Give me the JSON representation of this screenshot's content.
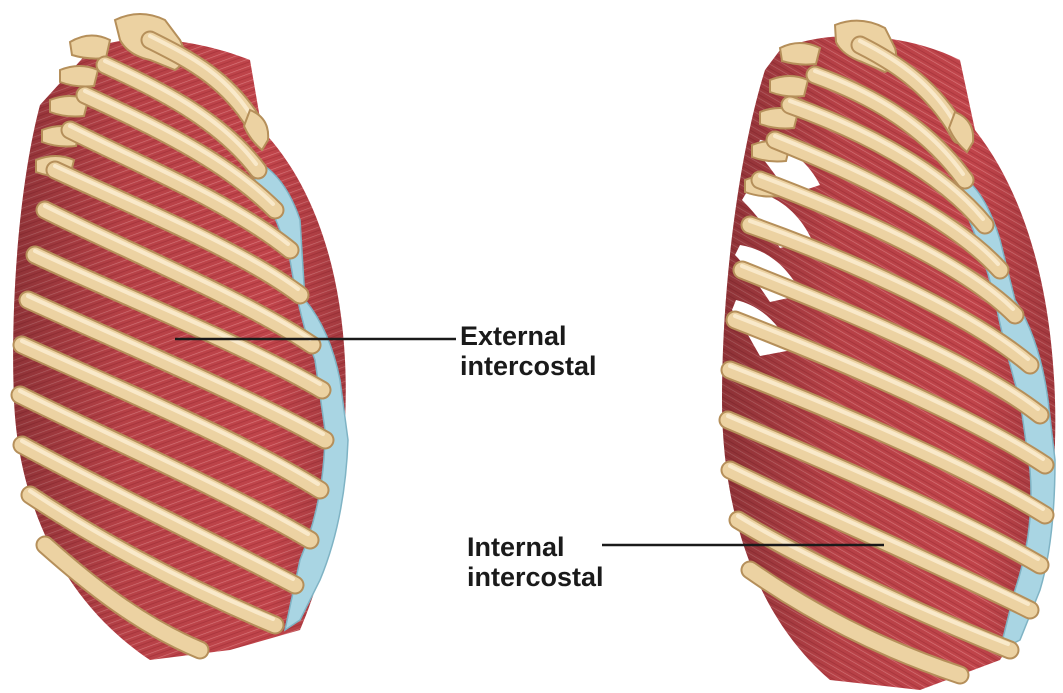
{
  "colors": {
    "background": "#ffffff",
    "bone": "#ecd2a2",
    "bone_edge": "#b58f5a",
    "muscle": "#c0444a",
    "muscle_dark": "#8e2228",
    "muscle_fiber": "#e4898c",
    "cartilage": "#a9d5e3",
    "leader_line": "#1a1a1a",
    "label_text": "#1a1a1a"
  },
  "figures": [
    {
      "name": "rib-cage-external-view",
      "muscle_layer": "external"
    },
    {
      "name": "rib-cage-internal-view",
      "muscle_layer": "internal"
    }
  ],
  "labels": {
    "external": {
      "line1": "External",
      "line2": "intercostal"
    },
    "internal": {
      "line1": "Internal",
      "line2": "intercostal"
    }
  }
}
